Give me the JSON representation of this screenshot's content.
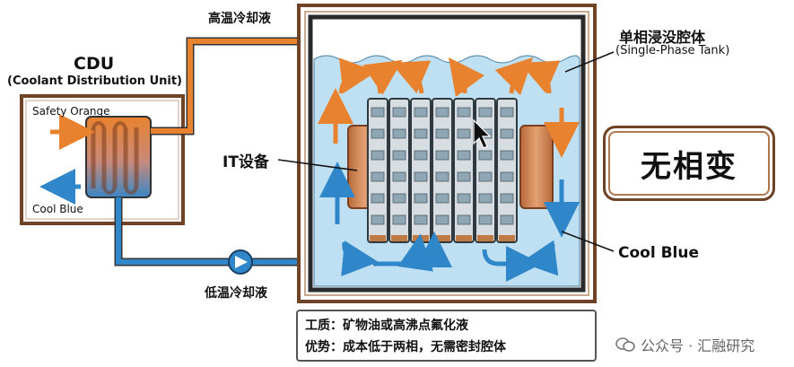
{
  "cdu": {
    "title": "CDU",
    "subtitle": "(Coolant Distribution Unit)",
    "inlet_label": "Safety Orange",
    "outlet_label": "Cool Blue"
  },
  "pipes": {
    "hot_label": "高温冷却液",
    "cold_label": "低温冷却液"
  },
  "tank": {
    "label_cn": "单相浸没腔体",
    "label_en": "(Single-Phase Tank)",
    "it_label": "IT设备",
    "fluid_label": "Cool Blue"
  },
  "callout": {
    "text": "无相变"
  },
  "notes": {
    "line1": "工质：矿物油或高沸点氟化液",
    "line2": "优势：成本低于两相，无需密封腔体"
  },
  "watermark": {
    "text": "公众号 · 汇融研究"
  },
  "colors": {
    "hot": "#e8822e",
    "cold": "#2f86c8",
    "tank_frame": "#6e4326",
    "liquid": "#bfe0f2"
  }
}
